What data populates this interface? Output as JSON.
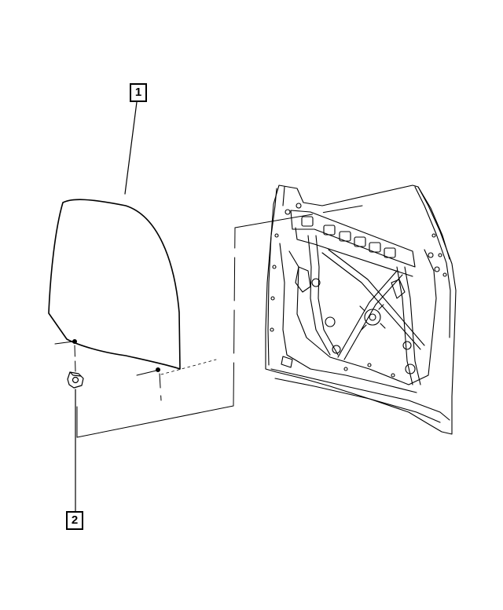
{
  "callouts": [
    {
      "id": "1",
      "label": "1",
      "part": "door-glass"
    },
    {
      "id": "2",
      "label": "2",
      "part": "glass-clip"
    }
  ],
  "colors": {
    "line": "#000000",
    "background": "#ffffff"
  }
}
